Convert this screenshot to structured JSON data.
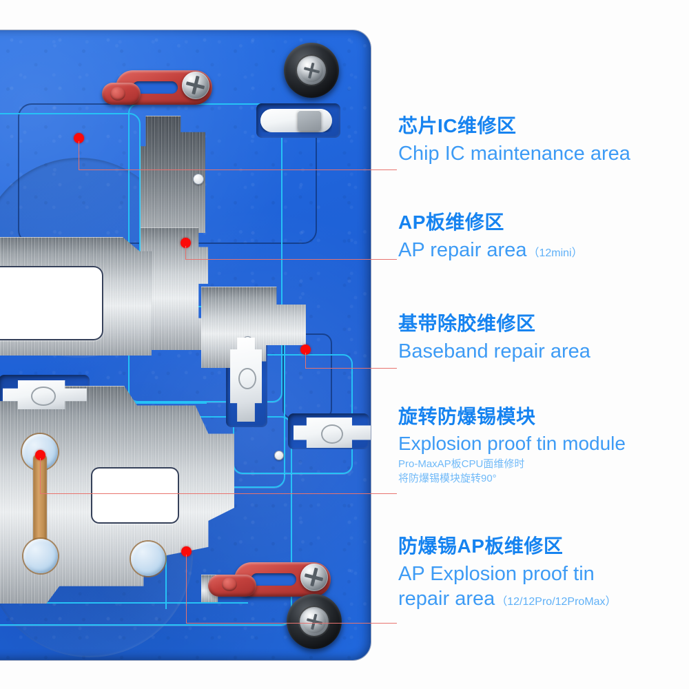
{
  "product": {
    "kind": "pcb-repair-fixture-diagram",
    "base_color": "#1f63d9",
    "accent_cyan": "#26c2f5",
    "marker_color": "#fb0a09",
    "leader_color": "#e8736e",
    "label_cn_color": "#1683f0",
    "label_en_color": "#3d9bf5"
  },
  "callouts": [
    {
      "id": "chip-ic",
      "title_cn": "芯片IC维修区",
      "title_en": "Chip IC maintenance area",
      "suffix": "",
      "notes": []
    },
    {
      "id": "ap-repair",
      "title_cn": "AP板维修区",
      "title_en": "AP repair area",
      "suffix": "（12mini）",
      "notes": []
    },
    {
      "id": "baseband",
      "title_cn": "基带除胶维修区",
      "title_en": "Baseband repair area",
      "suffix": "",
      "notes": []
    },
    {
      "id": "tin-module",
      "title_cn": "旋转防爆锡模块",
      "title_en": "Explosion proof tin module",
      "suffix": "",
      "notes": [
        "Pro-MaxAP板CPU面维修时",
        "将防爆锡模块旋转90°"
      ]
    },
    {
      "id": "ap-tin",
      "title_cn": "防爆锡AP板维修区",
      "title_en": "AP Explosion proof tin",
      "title_en2": "repair area",
      "suffix": "（12/12Pro/12ProMax）",
      "notes": []
    }
  ],
  "hardware": {
    "clamp_top": "red-clamp-arm",
    "clamp_bottom": "red-clamp-arm",
    "grommet_top": "black-rubber-grommet",
    "grommet_bottom": "black-rubber-grommet",
    "latch_top": "silver-slide-latch",
    "latch_mid_v": "white-slide-latch-vertical",
    "latch_mid_h": "white-slide-latch-horizontal",
    "latch_left": "white-slide-latch-horizontal"
  }
}
